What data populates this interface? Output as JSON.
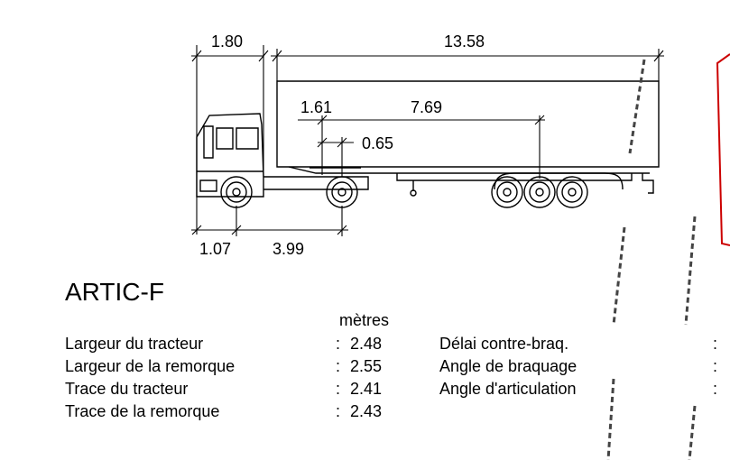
{
  "dimensions": {
    "front_overhang": "1.80",
    "trailer_length": "13.58",
    "kingpin_offset": "1.61",
    "trailer_wheelbase": "7.69",
    "fifth_wheel_offset": "0.65",
    "front_axle_overhang": "1.07",
    "tractor_wheelbase": "3.99"
  },
  "vehicle_name": "ARTIC-F",
  "units_label": "mètres",
  "specs_left": [
    {
      "label": "Largeur du tracteur",
      "value": "2.48"
    },
    {
      "label": "Largeur de la remorque",
      "value": "2.55"
    },
    {
      "label": "Trace du tracteur",
      "value": "2.41"
    },
    {
      "label": "Trace de la remorque",
      "value": "2.43"
    }
  ],
  "specs_right": [
    {
      "label": "Délai contre-braq."
    },
    {
      "label": "Angle de braquage"
    },
    {
      "label": "Angle d'articulation"
    }
  ],
  "separator": ":",
  "colors": {
    "line": "#000000",
    "boundary": "#cc0000",
    "hatch": "#444444"
  }
}
